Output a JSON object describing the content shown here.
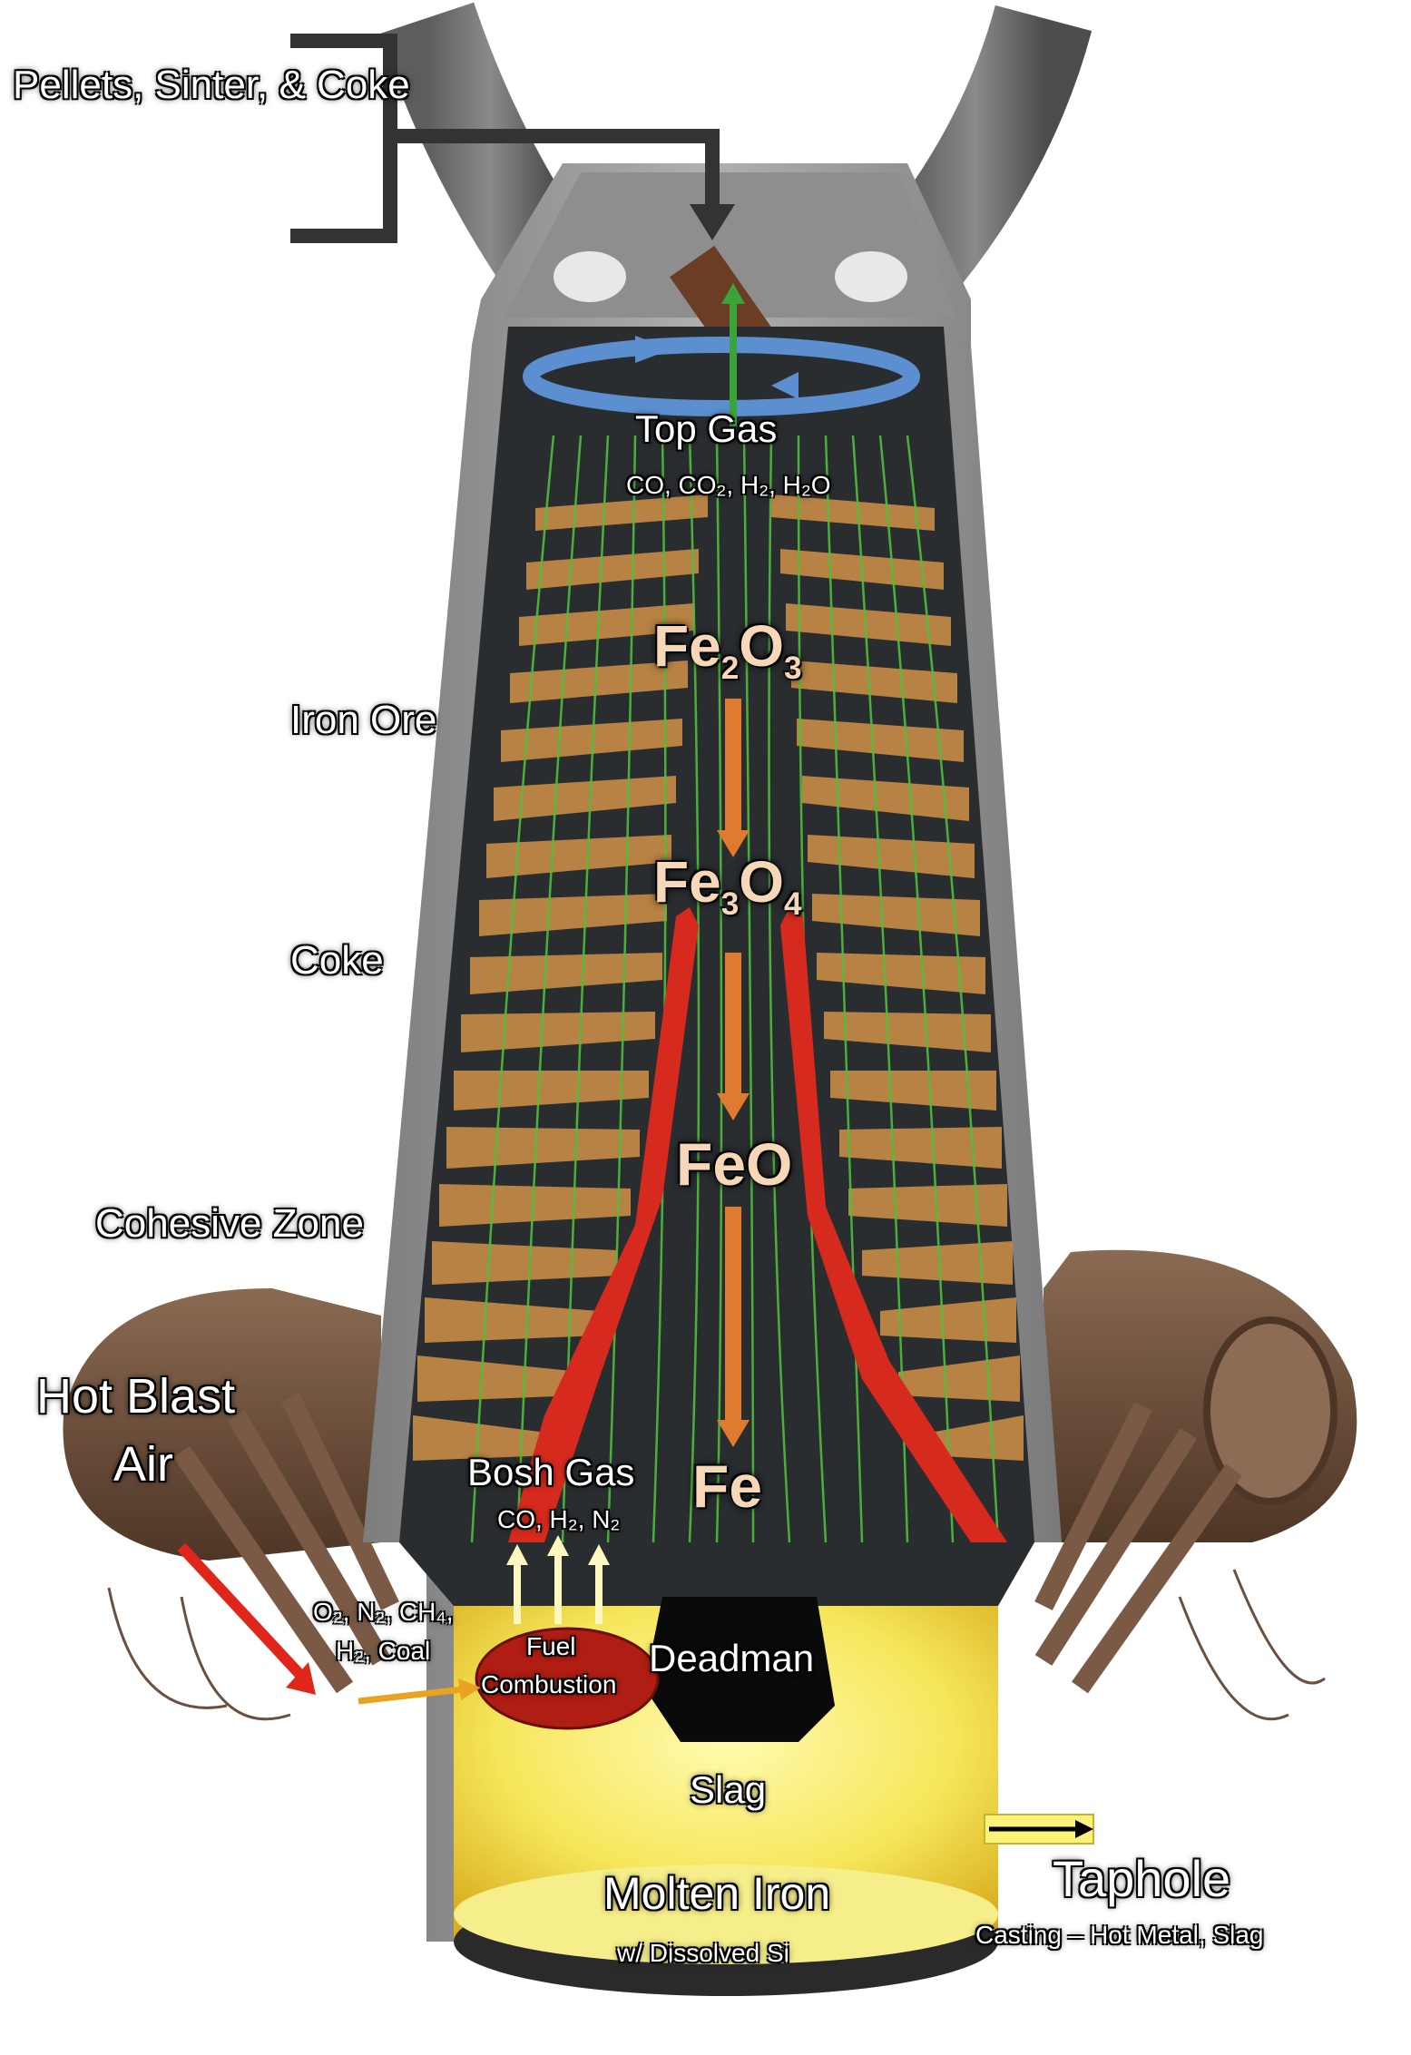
{
  "labels": {
    "feed": "Pellets, Sinter, & Coke",
    "top_gas": "Top Gas",
    "top_gas_species": "CO, CO₂, H₂, H₂O",
    "iron_ore": "Iron Ore",
    "coke": "Coke",
    "cohesive_zone": "Cohesive Zone",
    "hot_blast_line1": "Hot Blast",
    "hot_blast_line2": "Air",
    "blast_species_line1": "O₂, N₂, CH₄,",
    "blast_species_line2": "H₂, Coal",
    "fuel_combustion_line1": "Fuel",
    "fuel_combustion_line2": "Combustion",
    "bosh_gas": "Bosh Gas",
    "bosh_gas_species": "CO, H₂, N₂",
    "deadman": "Deadman",
    "slag": "Slag",
    "molten_iron": "Molten Iron",
    "molten_iron_sub": "w/ Dissolved Si",
    "taphole": "Taphole",
    "taphole_sub": "Casting – Hot Metal, Slag"
  },
  "reduction_sequence": [
    {
      "base": "Fe",
      "sub1": "2",
      "mid": "O",
      "sub2": "3"
    },
    {
      "base": "Fe",
      "sub1": "3",
      "mid": "O",
      "sub2": "4"
    },
    {
      "base": "FeO",
      "sub1": "",
      "mid": "",
      "sub2": ""
    },
    {
      "base": "Fe",
      "sub1": "",
      "mid": "",
      "sub2": ""
    }
  ],
  "colors": {
    "shell": "#9a9a9a",
    "interior": "#2a2d30",
    "ore_layer": "#c48a45",
    "gas_flow": "#4fbf3a",
    "cohesive": "#d62a1e",
    "reduction_arrow": "#e07a2e",
    "hearth": "#fbf27a",
    "bustle_pipe": "#6e4d37"
  }
}
